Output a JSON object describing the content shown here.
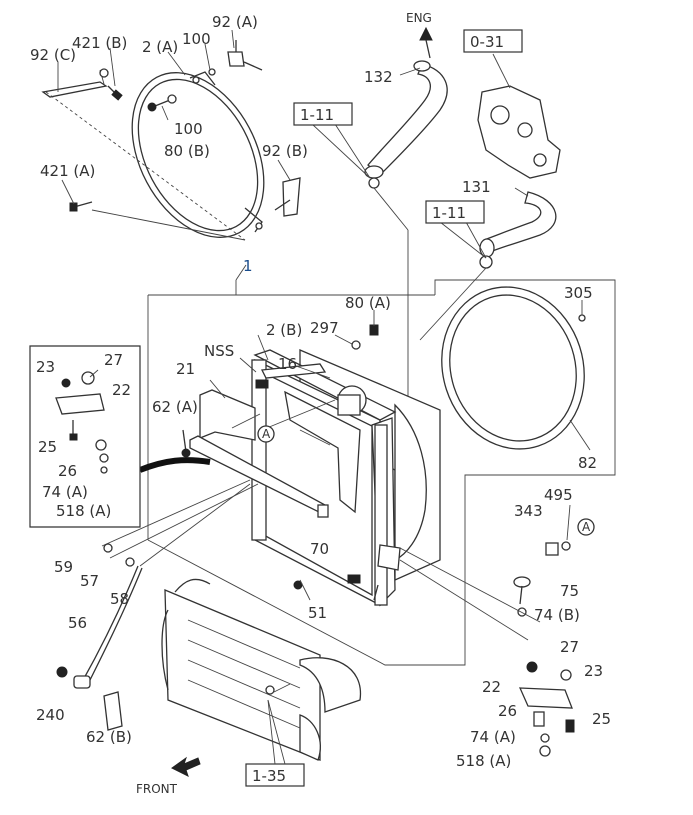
{
  "labels": {
    "l92A": "92 (A)",
    "l421B": "421 (B)",
    "l2A": "2 (A)",
    "l100a": "100",
    "l92C": "92 (C)",
    "l100b": "100",
    "l80B": "80 (B)",
    "l92B": "92 (B)",
    "l421A": "421 (A)",
    "lENG": "ENG",
    "l132": "132",
    "l031": "0-31",
    "l111a": "1-11",
    "l111b": "1-11",
    "l131": "131",
    "l1": "1",
    "l305": "305",
    "l80A": "80 (A)",
    "l2B": "2 (B)",
    "l297": "297",
    "lNSS": "NSS",
    "l16": "16",
    "l21": "21",
    "l62A": "62 (A)",
    "l82": "82",
    "l23a": "23",
    "l27a": "27",
    "l22a": "22",
    "l25a": "25",
    "l26a": "26",
    "l74Aa": "74 (A)",
    "l518Aa": "518 (A)",
    "l495": "495",
    "l343": "343",
    "lA1": "A",
    "lA2": "A",
    "l70": "70",
    "l59": "59",
    "l57": "57",
    "l58": "58",
    "l51": "51",
    "l75": "75",
    "l74B": "74 (B)",
    "l56": "56",
    "l27b": "27",
    "l23b": "23",
    "l22b": "22",
    "l26b": "26",
    "l25b": "25",
    "l74Ab": "74 (A)",
    "l518Ab": "518 (A)",
    "l240": "240",
    "l62B": "62 (B)",
    "l135": "1-35",
    "lFRONT": "FRONT"
  },
  "colors": {
    "line": "#333333",
    "accent": "#1a4d8c"
  }
}
